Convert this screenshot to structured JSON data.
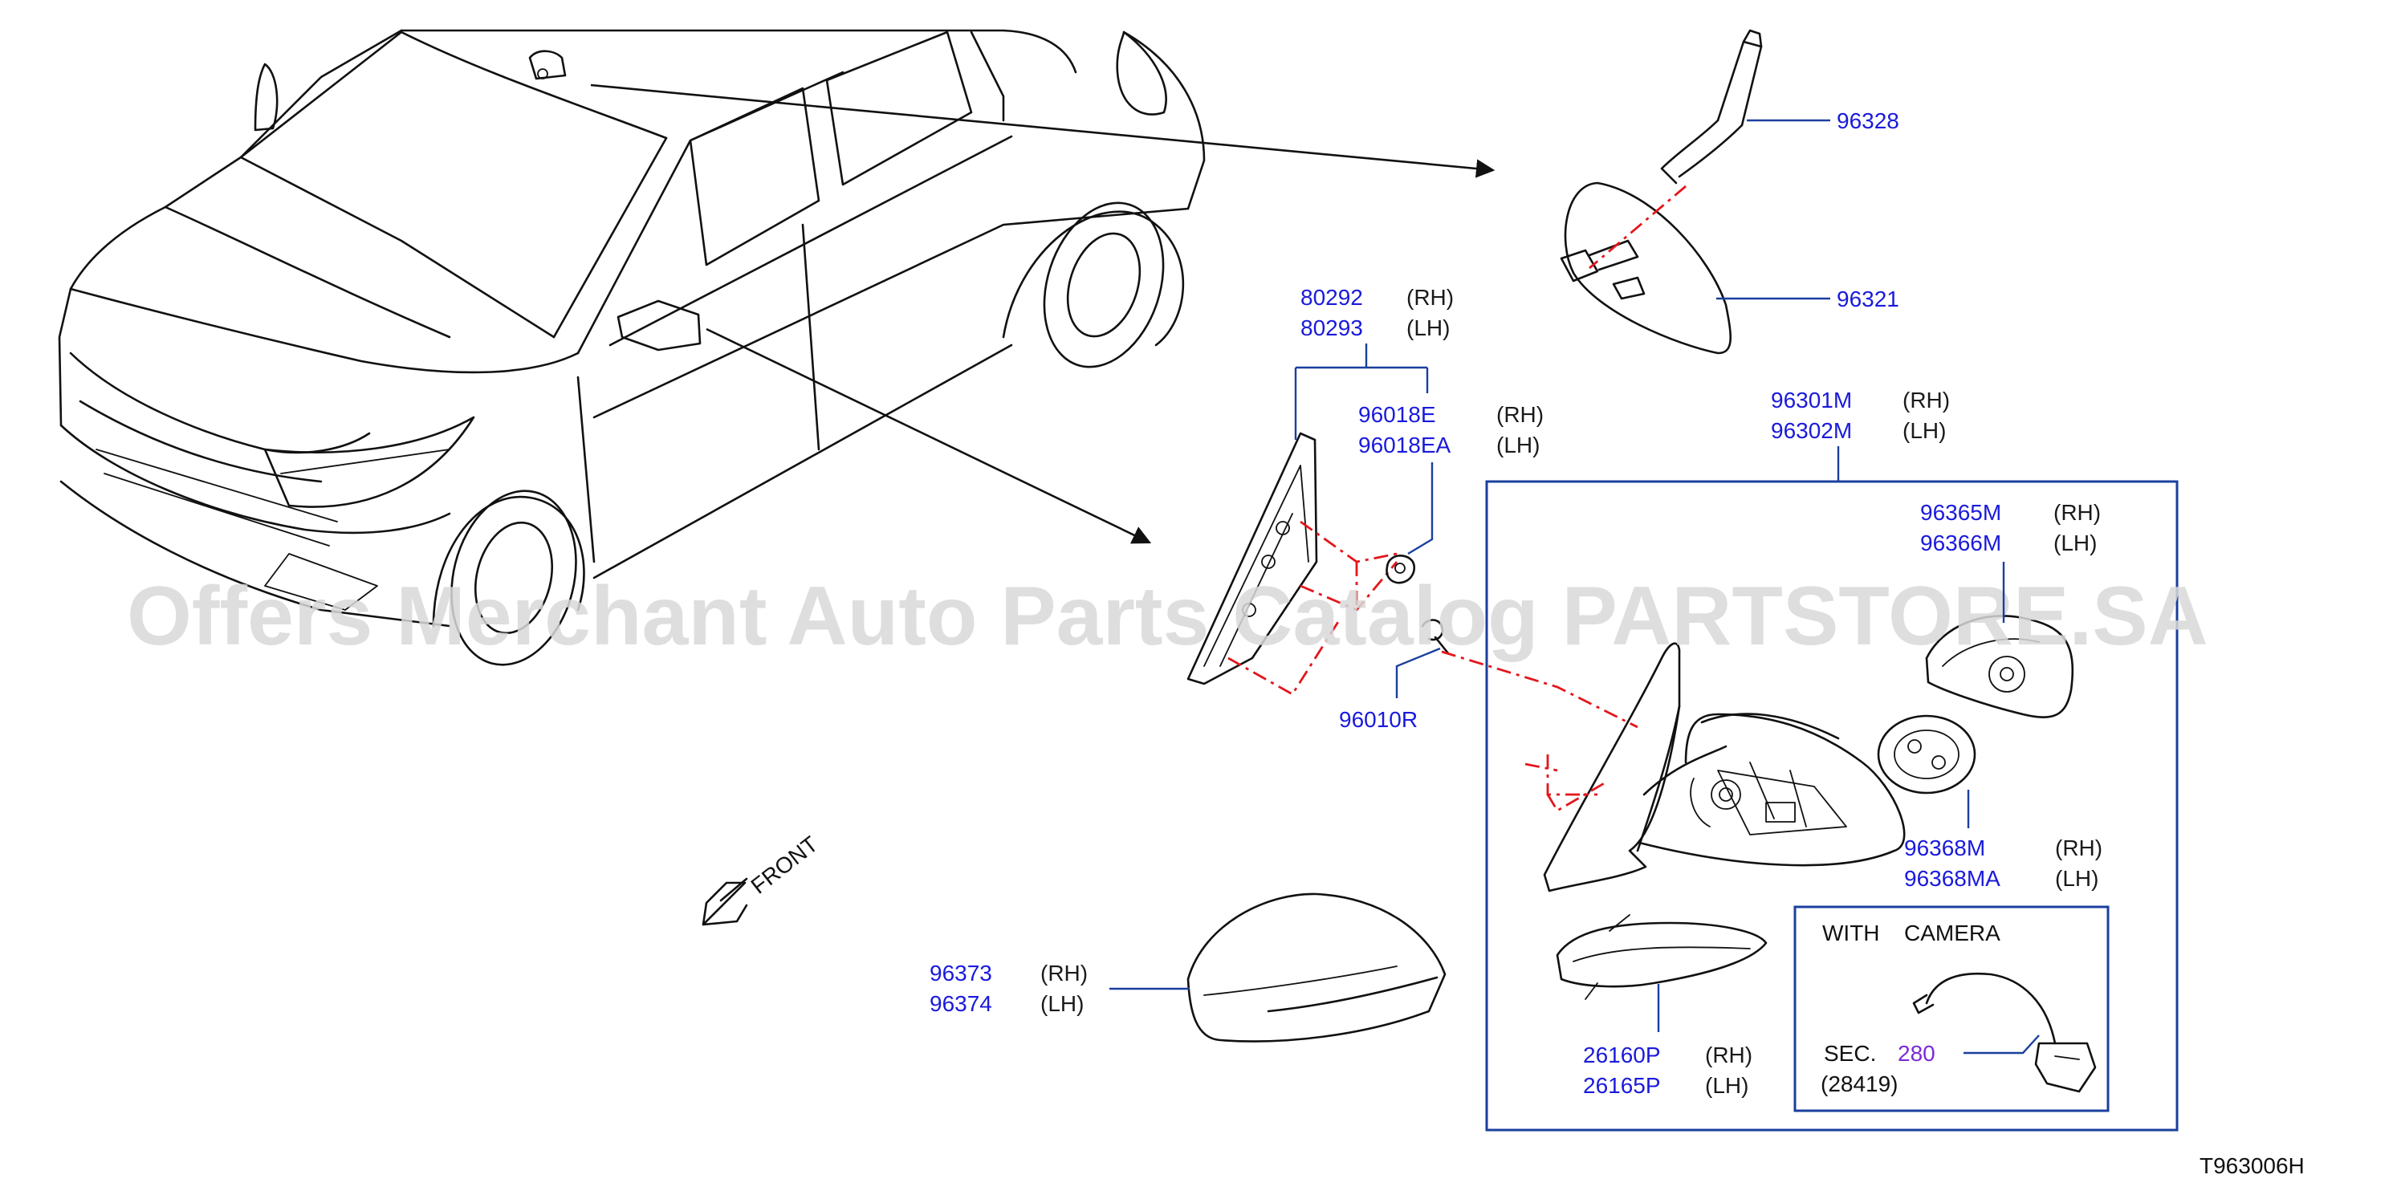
{
  "watermark": "Offers Merchant Auto Parts Catalog PARTSTORE.SA",
  "diagram_code": "T963006H",
  "front_label": "FRONT",
  "camera_box": {
    "title_left": "WITH",
    "title_right": "CAMERA",
    "sec_label": "SEC.",
    "sec_number": "280",
    "sub_ref": "(28419)"
  },
  "parts": [
    {
      "rh": "96328"
    },
    {
      "rh": "96321"
    },
    {
      "rh": "80292",
      "rh_side": "(RH)",
      "lh": "80293",
      "lh_side": "(LH)"
    },
    {
      "rh": "96018E",
      "rh_side": "(RH)",
      "lh": "96018EA",
      "lh_side": "(LH)"
    },
    {
      "rh": "96010R"
    },
    {
      "rh": "96301M",
      "rh_side": "(RH)",
      "lh": "96302M",
      "lh_side": "(LH)"
    },
    {
      "rh": "96365M",
      "rh_side": "(RH)",
      "lh": "96366M",
      "lh_side": "(LH)"
    },
    {
      "rh": "96368M",
      "rh_side": "(RH)",
      "lh": "96368MA",
      "lh_side": "(LH)"
    },
    {
      "rh": "96373",
      "rh_side": "(RH)",
      "lh": "96374",
      "lh_side": "(LH)"
    },
    {
      "rh": "26160P",
      "rh_side": "(RH)",
      "lh": "26165P",
      "lh_side": "(LH)"
    }
  ]
}
